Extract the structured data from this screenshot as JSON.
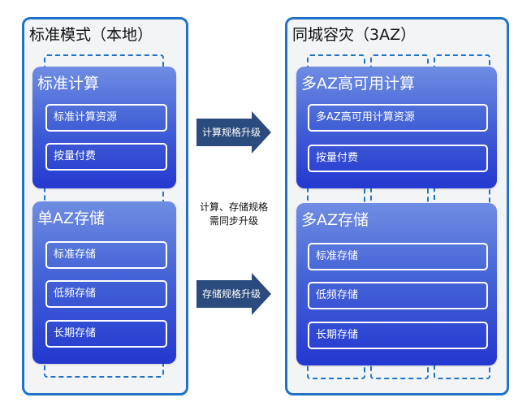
{
  "local": {
    "title": "标准模式（本地）",
    "compute": {
      "title": "标准计算",
      "items": [
        "标准计算资源",
        "按量付费"
      ]
    },
    "storage": {
      "title": "单AZ存储",
      "items": [
        "标准存储",
        "低频存储",
        "长期存储"
      ]
    }
  },
  "dr": {
    "title": "同城容灾（3AZ）",
    "compute": {
      "title": "多AZ高可用计算",
      "items": [
        "多AZ高可用计算资源",
        "按量付费"
      ]
    },
    "storage": {
      "title": "多AZ存储",
      "items": [
        "标准存储",
        "低频存储",
        "长期存储"
      ]
    }
  },
  "arrows": {
    "compute_upgrade": "计算规格升级",
    "storage_upgrade": "存储规格升级"
  },
  "note": {
    "line1": "计算、存储规格",
    "line2": "需同步升级"
  },
  "colors": {
    "border_blue": "#1f73c9",
    "group_top": "#6f8de2",
    "group_bottom": "#2338d0",
    "arrow_navy": "#2b4a7d"
  }
}
